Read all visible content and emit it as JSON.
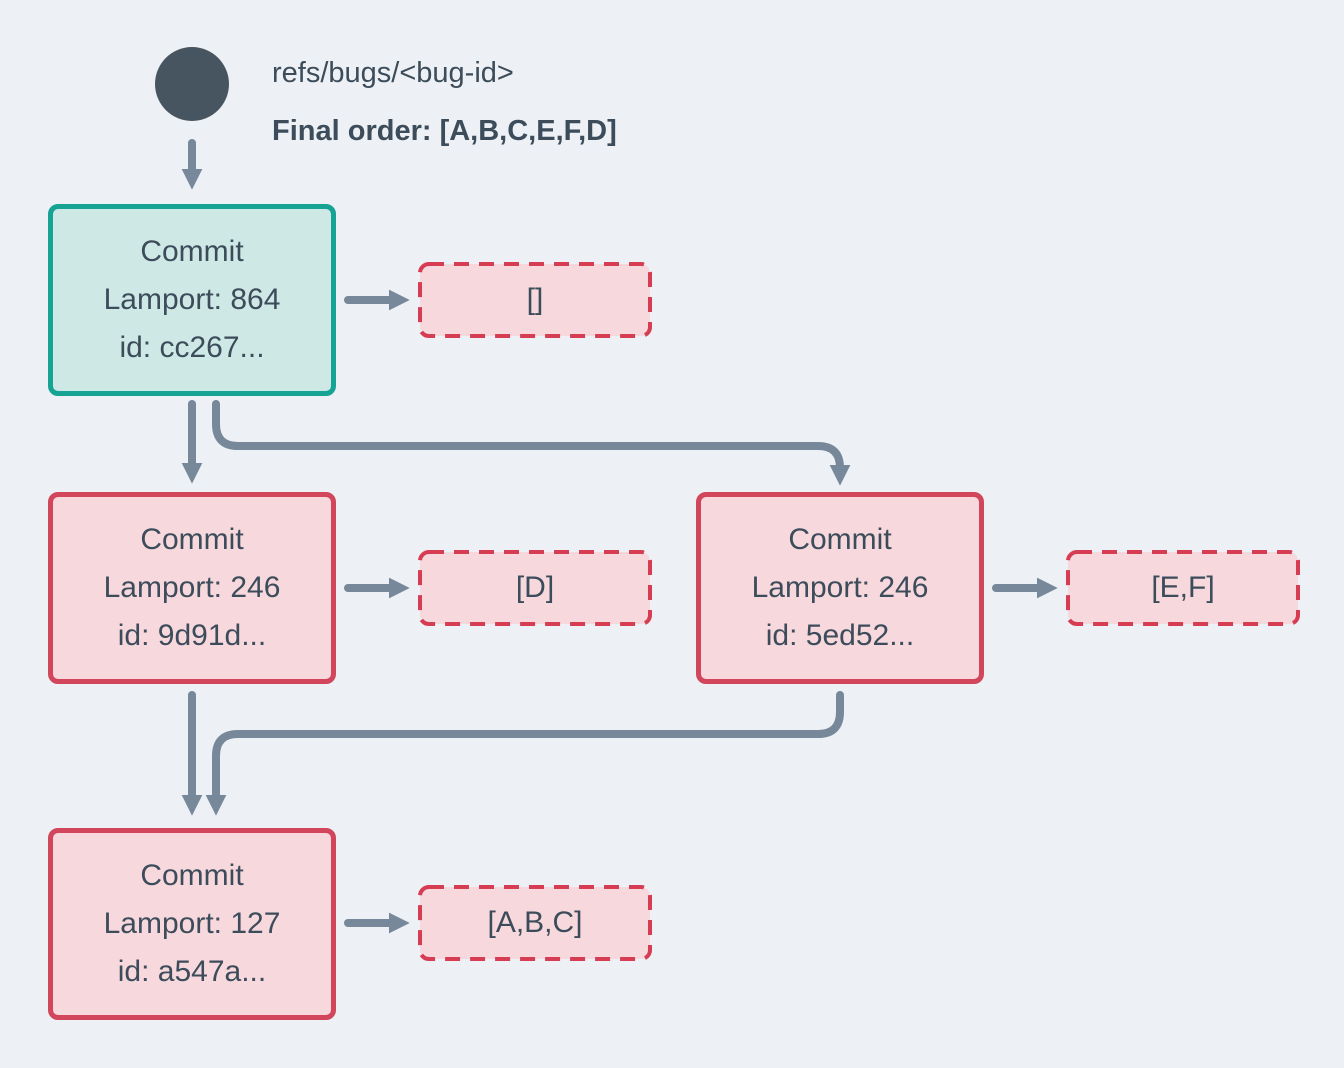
{
  "ref": {
    "label": "refs/bugs/<bug-id>",
    "final_order": "Final order: [A,B,C,E,F,D]"
  },
  "commits": [
    {
      "title": "Commit",
      "lamport": "Lamport: 864",
      "id": "id: cc267...",
      "operations": "[]",
      "variant": "head"
    },
    {
      "title": "Commit",
      "lamport": "Lamport: 246",
      "id": "id: 9d91d...",
      "operations": "[D]",
      "variant": "regular"
    },
    {
      "title": "Commit",
      "lamport": "Lamport: 246",
      "id": "id: 5ed52...",
      "operations": "[E,F]",
      "variant": "regular"
    },
    {
      "title": "Commit",
      "lamport": "Lamport: 127",
      "id": "id: a547a...",
      "operations": "[A,B,C]",
      "variant": "regular"
    }
  ],
  "colors": {
    "background": "#edf1f5",
    "text": "#3c4c5a",
    "arrow": "#76889a",
    "ref_dot": "#46555f",
    "head_commit_border": "#16a394",
    "head_commit_fill": "#cee9e5",
    "commit_border": "#d1465a",
    "commit_fill": "#f7d8dd",
    "operations_border": "#d63c52",
    "operations_fill": "#f7d8dd"
  }
}
